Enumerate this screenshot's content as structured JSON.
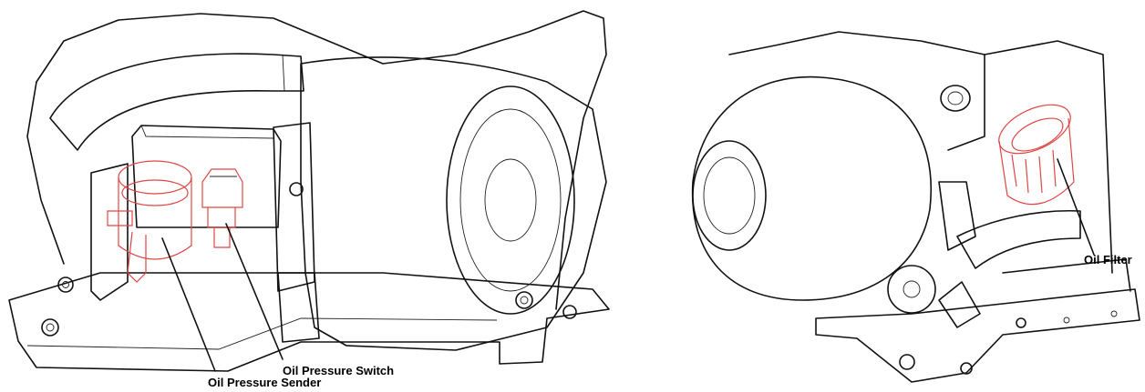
{
  "labels": {
    "oil_pressure_switch": "Oil Pressure Switch",
    "oil_pressure_sender": "Oil Pressure Sender",
    "oil_filter": "Oil Filter"
  },
  "colors": {
    "line": "#111111",
    "highlight": "#e04646",
    "background": "#ffffff"
  }
}
